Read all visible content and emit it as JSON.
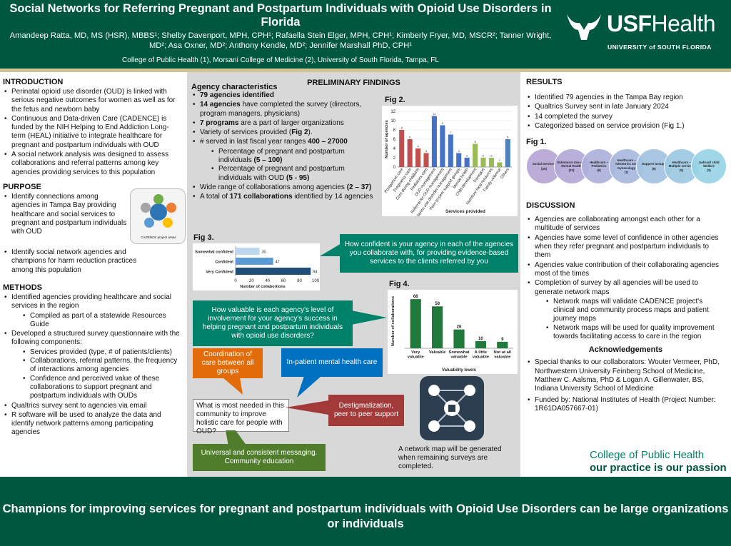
{
  "header": {
    "title": "Social Networks for Referring Pregnant and Postpartum Individuals with Opioid Use Disorders in Florida",
    "authors": "Amandeep Ratta, MD, MS (HSR), MBBS¹; Shelby Davenport, MPH, CPH¹; Rafaella Stein Elger, MPH, CPH¹; Kimberly Fryer, MD, MSCR²; Tanner Wright, MD²; Asa Oxner, MD²; Anthony Kendle, MD²; Jennifer Marshall PhD, CPH¹",
    "affiliations": "College of Public Health (1), Morsani College of Medicine (2), University of South Florida, Tampa, FL",
    "logo_bold": "USF",
    "logo_light": "Health",
    "logo_sub": "UNIVERSITY of SOUTH FLORIDA"
  },
  "intro": {
    "heading": "INTRODUCTION",
    "items": [
      "Perinatal opioid use disorder (OUD) is linked with serious negative outcomes for women as well as for the fetus and newborn baby",
      "Continuous and Data-driven Care (CADENCE) is funded by the NIH Helping to End Addiction Long-term (HEAL) initiative to integrate healthcare for pregnant and postpartum individuals with OUD",
      "A social network analysis was designed to assess collaborations and referral patterns among key agencies providing services to this population"
    ]
  },
  "purpose": {
    "heading": "PURPOSE",
    "items": [
      "Identify connections among agencies in Tampa Bay providing healthcare and social services to pregnant and postpartum individuals with OUD",
      "Identify social network agencies and champions for harm reduction practices among this population"
    ],
    "figure_caption": "CADENCE project areas"
  },
  "methods": {
    "heading": "METHODS",
    "m1": "Identified agencies providing healthcare and social services in the region",
    "m1_sub": [
      "Compiled as part of a statewide Resources Guide"
    ],
    "m2": "Developed a structured survey questionnaire with the following components:",
    "m2_sub": [
      "Services provided (type, # of patients/clients)",
      "Collaborations, referral patterns, the frequency of interactions among agencies",
      "Confidence and perceived value of these collaborations to support pregnant and postpartum individuals with OUDs"
    ],
    "m3": "Qualtrics survey sent to agencies via email",
    "m4": "R software will be used to analyze the data and identify network patterns among participating agencies"
  },
  "findings": {
    "heading": "PRELIMINARY FINDINGS",
    "agency_heading": "Agency characteristics",
    "a1": "79 agencies identified",
    "a2_bold": "14 agencies",
    "a2_rest": " have completed the survey (directors, program managers, physicians)",
    "a3_bold": "7 programs",
    "a3_rest": " are a part of larger organizations",
    "a4_pre": "Variety of services provided (",
    "a4_bold": "Fig 2",
    "a4_post": ").",
    "a5_pre": "# served in last fiscal year ranges ",
    "a5_bold": "400 – 27000",
    "a5s1_pre": "Percentage of pregnant and postpartum individuals ",
    "a5s1_bold": "(5 – 100)",
    "a5s2_pre": "Percentage of pregnant and postpartum individuals with OUD ",
    "a5s2_bold": "(5 - 95)",
    "a6_pre": "Wide range of collaborations among agencies ",
    "a6_bold": "(2 – 37)",
    "a7_pre": "A total of ",
    "a7_bold": "171 collaborations",
    "a7_post": " identified by 14 agencies",
    "q_confidence": "How confident is your agency in each of the agencies you collaborate with, for providing evidence-based services to the clients referred by you",
    "q_value": "How valuable is each agency's level of involvement for your agency's success in helping pregnant and postpartum individuals with opioid use disorders?",
    "q_needed": "What is most needed in this community to improve holistic care for people with OUD?",
    "need_1": "Coordination of care between all groups",
    "need_2": "In-patient mental health care",
    "need_3": "Destigmatization, peer to peer support",
    "need_4": "Universal and consistent messaging. Community education",
    "network_note": "A network map will be generated when remaining surveys are completed."
  },
  "results": {
    "heading": "RESULTS",
    "items": [
      "Identified 79 agencies in the Tampa Bay region",
      "Qualtrics Survey sent in late January 2024",
      "14 completed the survey",
      "Categorized based on service provision (Fig 1.)"
    ],
    "fig1_label": "Fig 1.",
    "fig1_circles": [
      {
        "name": "Social Services",
        "count": "(25)",
        "color": "#b8a6d6"
      },
      {
        "name": "Substance Use and Mental Health",
        "count": "(22)",
        "color": "#b3a9d9"
      },
      {
        "name": "Healthcare – Pediatrics",
        "count": "(6)",
        "color": "#aeb1db"
      },
      {
        "name": "Healthcare – Obstetrics and Gynecology",
        "count": "(7)",
        "color": "#a9b9de"
      },
      {
        "name": "Support Groups",
        "count": "(6)",
        "color": "#a3c2e1"
      },
      {
        "name": "Healthcare – Multiple services",
        "count": "(5)",
        "color": "#9ecae4"
      },
      {
        "name": "Judicial/ child Welfare",
        "count": "(3)",
        "color": "#98d3e7"
      }
    ]
  },
  "discussion": {
    "heading": "DISCUSSION",
    "items": [
      "Agencies are collaborating amongst each other for a multitude of services",
      "Agencies have some level of confidence in other agencies when they refer pregnant and postpartum individuals to them",
      "Agencies value contribution of their collaborating agencies most of the times",
      "Completion of survey by all agencies will be used to generate network maps"
    ],
    "sub": [
      "Network maps will validate CADENCE project's clinical and community process maps and patient journey maps",
      "Network maps will be used for quality improvement towards facilitating access to care in the region"
    ]
  },
  "ack": {
    "heading": "Acknowledgements",
    "items": [
      "Special thanks to our collaborators: Wouter Vermeer, PhD, Northwestern University Feinberg School of Medicine, Matthew C. Aalsma, PhD & Logan A. Gillenwater, BS, Indiana University School of Medicine",
      "Funded by: National Institutes of Health (Project Number: 1R61DA057667-01)"
    ]
  },
  "cph": {
    "line1": "College of Public Health",
    "line2": "our practice is our passion"
  },
  "footer": {
    "text": "Champions for improving services for pregnant and postpartum individuals with Opioid Use Disorders can be large organizations or individuals"
  },
  "colors": {
    "usf_green": "#00573f",
    "gold": "#cfc493",
    "orange": "#e36c0a",
    "blue": "#0070c0",
    "red": "#a33a3a",
    "olive": "#4f7d2c",
    "teal": "#00816a"
  },
  "chart_data": [
    {
      "id": "fig2",
      "label": "Fig 2.",
      "type": "bar",
      "ylabel": "Number of agencies",
      "xlabel": "Services provided",
      "ylim": [
        0,
        12
      ],
      "yticks": [
        0,
        2,
        4,
        6,
        8,
        10,
        12
      ],
      "categories": [
        "Postpartum care",
        "Pregnancy care",
        "Care during childbirth",
        "Pediatrics care",
        "OUD management",
        "Referral for OUD management",
        "Substance use disorder management",
        "Peer-to-peer support groups",
        "Mental health",
        "Child development",
        "Transport",
        "Nutrition/ food resources",
        "Family violence",
        "Others"
      ],
      "values": [
        8,
        6,
        4,
        3,
        11,
        9,
        7,
        3,
        2,
        5,
        2,
        2,
        1,
        6
      ],
      "colors": [
        "#c0504d",
        "#c0504d",
        "#c0504d",
        "#c0504d",
        "#4472c4",
        "#4472c4",
        "#4472c4",
        "#4472c4",
        "#4472c4",
        "#9bbb59",
        "#9bbb59",
        "#9bbb59",
        "#9bbb59",
        "#4f81bd"
      ]
    },
    {
      "id": "fig3",
      "label": "Fig 3.",
      "type": "bar",
      "orientation": "horizontal",
      "xlabel": "Number of collabortions",
      "xlim": [
        0,
        100
      ],
      "xticks": [
        0,
        20,
        40,
        60,
        80,
        100
      ],
      "categories": [
        "Somewhat confident",
        "Confident",
        "Very Confident"
      ],
      "values": [
        30,
        47,
        94
      ],
      "colors": [
        "#bdd7ee",
        "#5b9bd5",
        "#1f4e79"
      ]
    },
    {
      "id": "fig4",
      "label": "Fig 4.",
      "type": "bar",
      "ylabel": "Number of collaborations",
      "xlabel": "Valuability levels",
      "categories": [
        "Very valuable",
        "Valuable",
        "Somewhat valuable",
        "A little valuable",
        "Not at all valuable"
      ],
      "values": [
        68,
        58,
        26,
        10,
        9
      ],
      "ylim": [
        0,
        75
      ],
      "color": "#217a3c"
    }
  ]
}
